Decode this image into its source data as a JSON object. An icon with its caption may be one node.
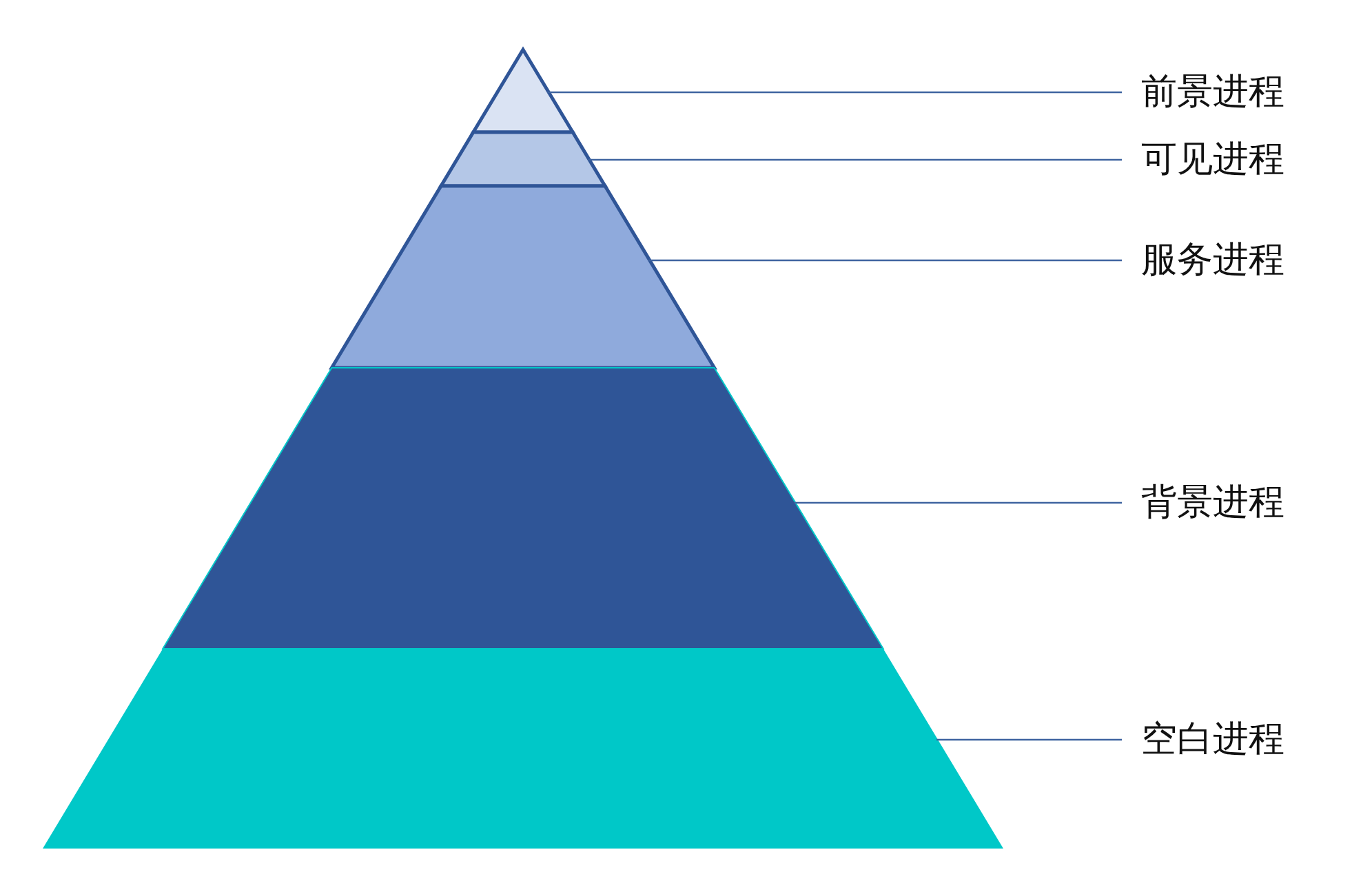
{
  "diagram": {
    "nodes": [
      {
        "text": [],
        "shape": "triangle"
      },
      {
        "text": [],
        "shape": "trapezoid"
      },
      {
        "text": [],
        "shape": "trapezoid"
      },
      {
        "text": [],
        "shape": "trapezoid"
      },
      {
        "text": [],
        "shape": "trapezoid"
      },
      {
        "text": [
          "前景进程"
        ]
      },
      {
        "text": [
          "可见进程"
        ]
      },
      {
        "text": [
          "服务进程"
        ]
      },
      {
        "text": [
          "背景进程"
        ]
      },
      {
        "text": [
          "空白进程"
        ]
      }
    ],
    "edges": [
      {
        "from": 5,
        "to": 0,
        "arrow": "none"
      },
      {
        "from": 6,
        "to": 1,
        "arrow": "none"
      },
      {
        "from": 7,
        "to": 2,
        "arrow": "none"
      },
      {
        "from": 8,
        "to": 3,
        "arrow": "none"
      },
      {
        "from": 9,
        "to": 4,
        "arrow": "none"
      }
    ]
  }
}
